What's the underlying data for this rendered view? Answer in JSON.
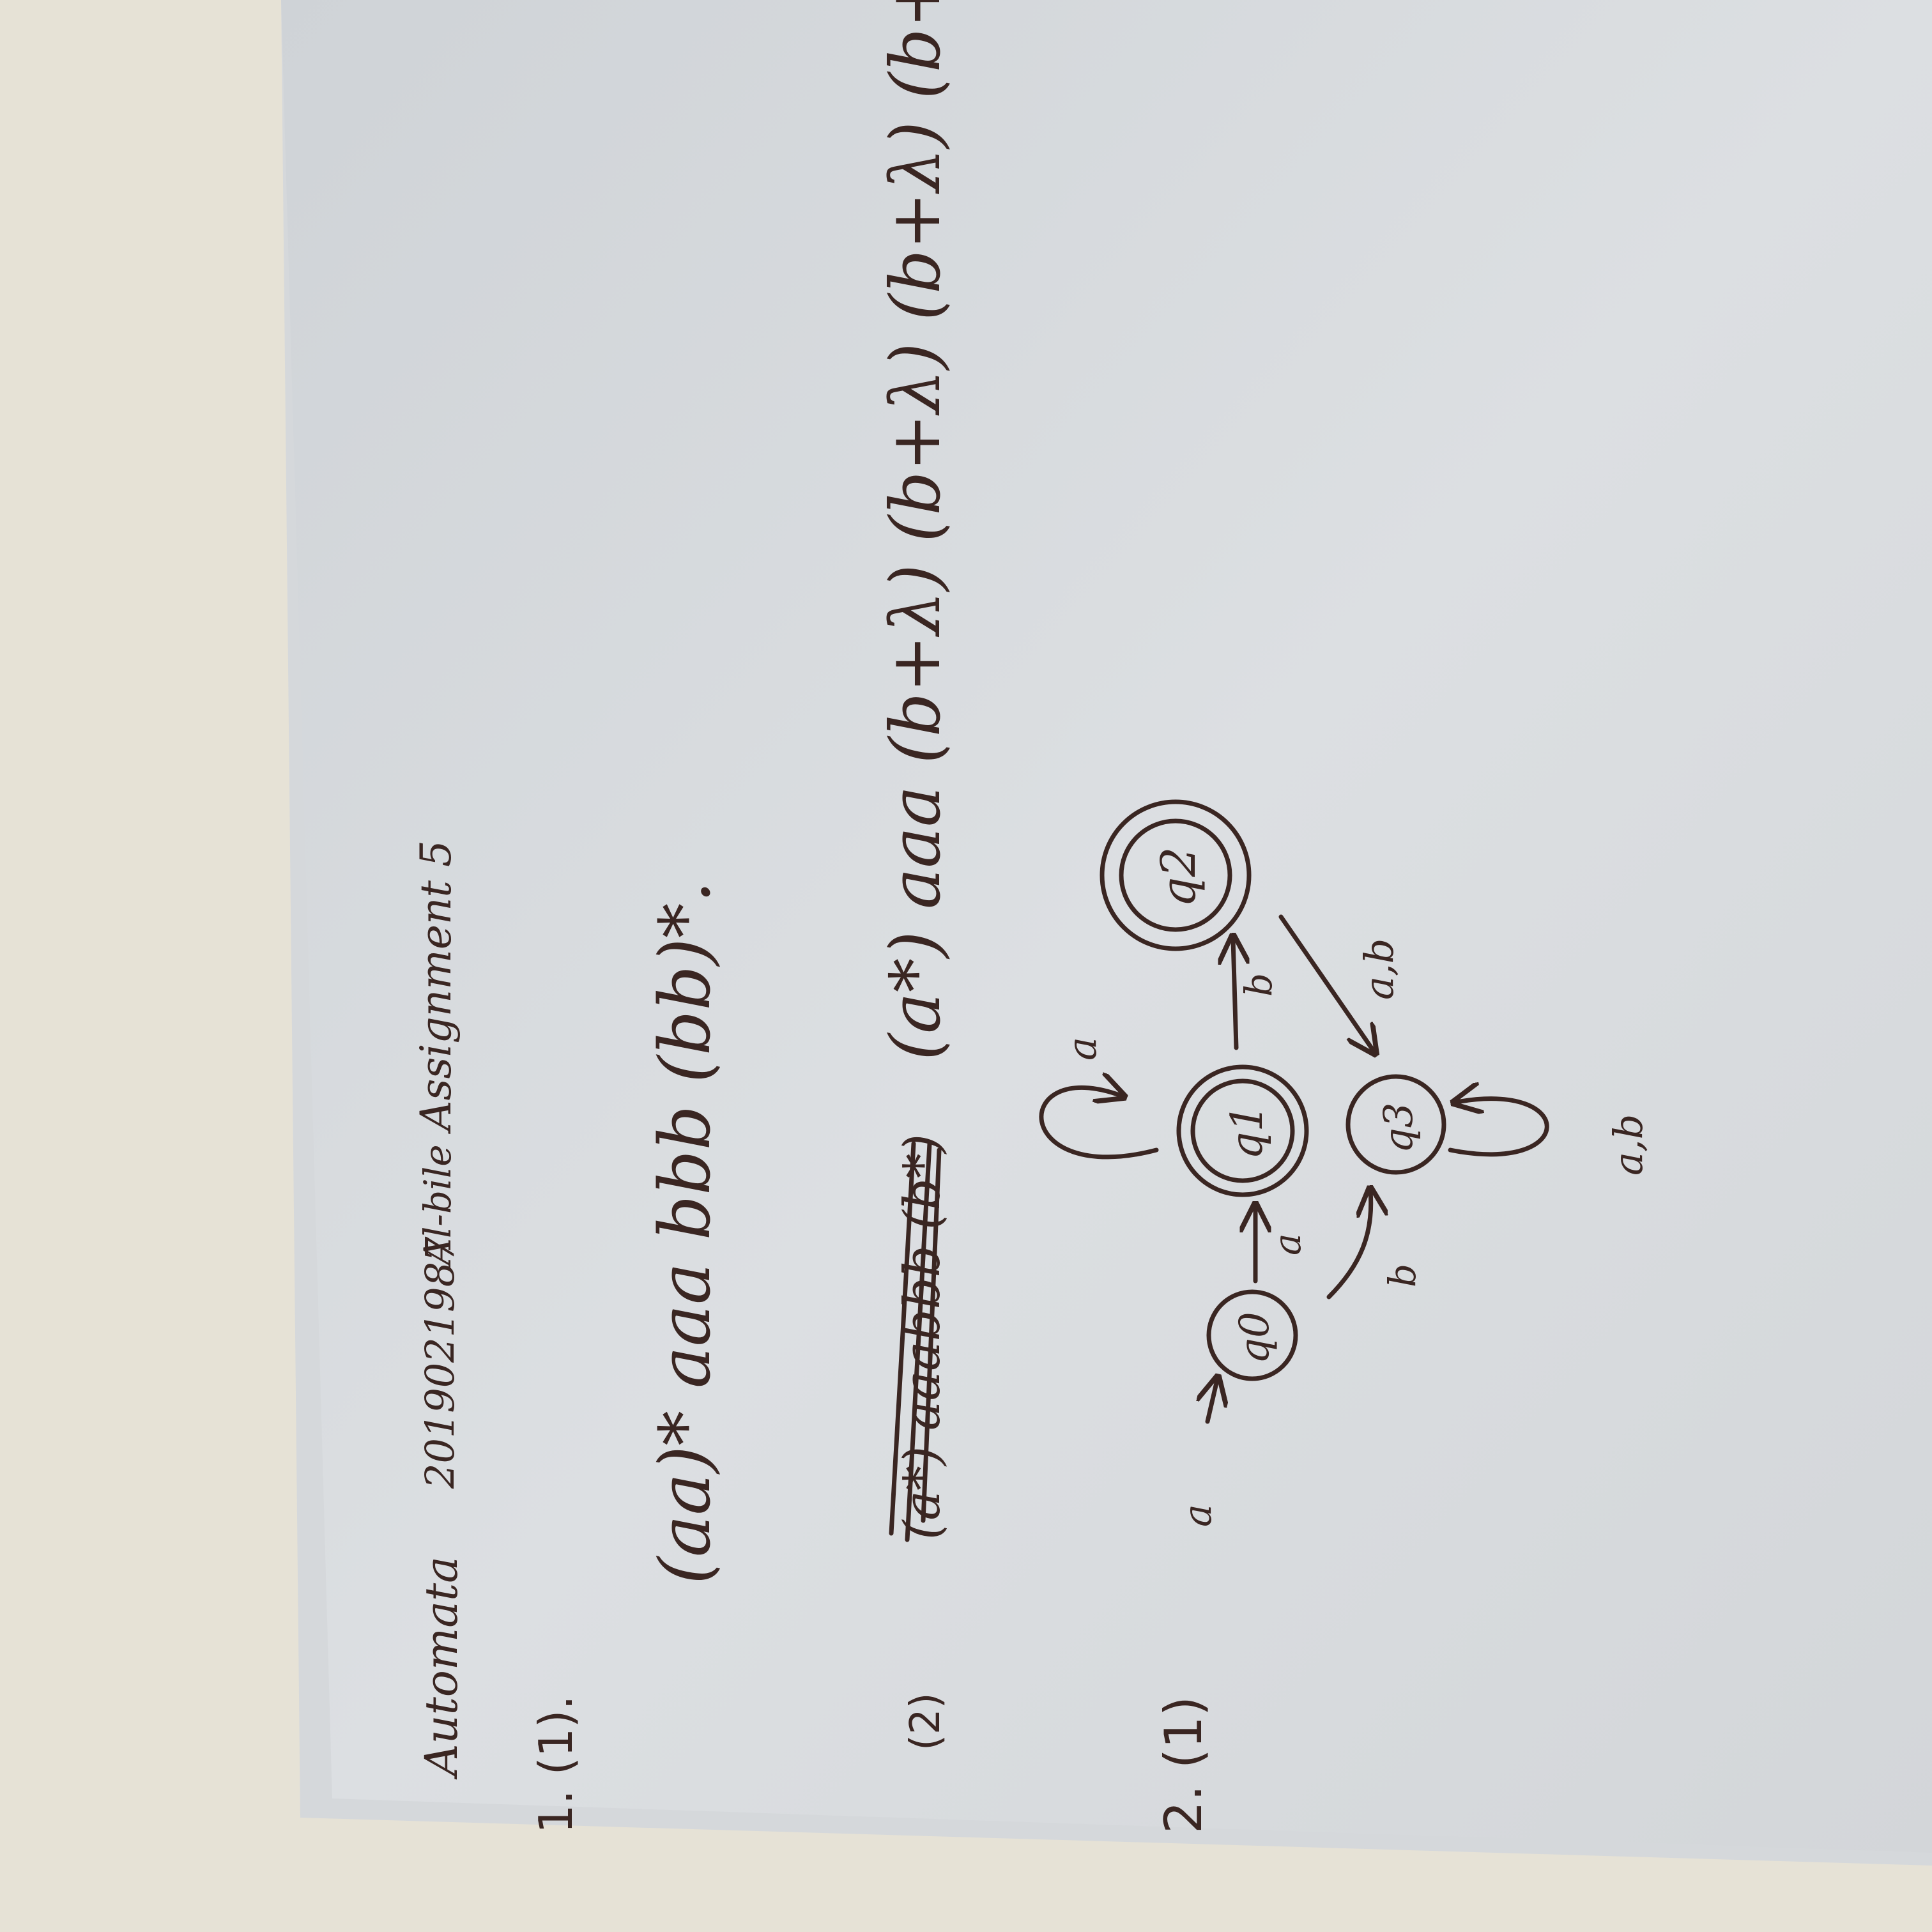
{
  "header": {
    "course": "Automata",
    "student_id": "2019021987",
    "name": "Al-bile",
    "assignment": "Assignment 5"
  },
  "q1": {
    "label": "1. (1).",
    "part1_answer": "(aa)* aaa bbb (bb)*.",
    "part2_label": "(2)",
    "part2_crossed": "(a*) aaabbb (b*)",
    "part2_answer": "(a*) aaa (b+λ) (b+λ) (b+λ) (b+λ)"
  },
  "q2": {
    "label": "2. (1)",
    "margin_mark": "a",
    "states": {
      "q0": "q0",
      "q1": "q1",
      "q2": "q2",
      "q3": "q3"
    },
    "edge_labels": {
      "q0_to_q1": "a",
      "q1_loop": "a",
      "q1_to_q2": "b",
      "q0_to_q3": "b",
      "q2_to_q3": "a,b",
      "q3_loop": "a,b"
    }
  },
  "colors": {
    "ink": "#3a2622",
    "paper": "#d8dcdf",
    "table": "#e6e2d6"
  }
}
